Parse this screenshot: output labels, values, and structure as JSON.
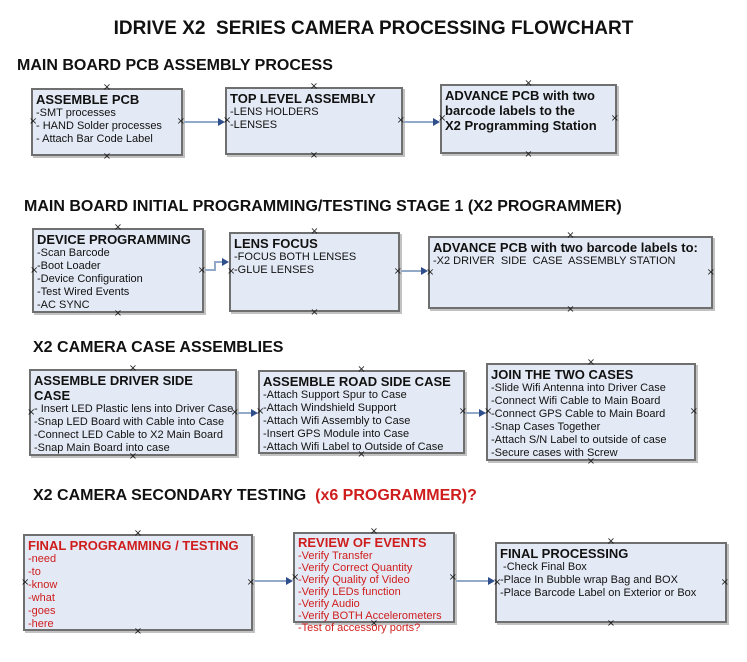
{
  "title": "IDRIVE X2  SERIES CAMERA PROCESSING FLOWCHART",
  "icons": {
    "handle": "×"
  },
  "colors": {
    "box_fill": "#e4eaf5",
    "box_border": "#6f6f6f",
    "arrow_line": "#92a9c8",
    "arrow_head": "#2f4e8c",
    "red_text": "#cf1d1d",
    "black_text": "#111111"
  },
  "sections": [
    {
      "heading": "MAIN BOARD PCB ASSEMBLY PROCESS",
      "boxes": [
        {
          "title": "ASSEMBLE PCB",
          "items": [
            "-SMT processes",
            "- HAND Solder processes",
            "- Attach Bar Code Label"
          ]
        },
        {
          "title": "TOP LEVEL ASSEMBLY",
          "items": [
            "-LENS HOLDERS",
            "-LENSES"
          ]
        },
        {
          "title": "ADVANCE PCB with two\nbarcode labels to the\n X2 Programming Station",
          "items": []
        }
      ]
    },
    {
      "heading": "MAIN BOARD INITIAL PROGRAMMING/TESTING STAGE 1 (X2 PROGRAMMER)",
      "boxes": [
        {
          "title": "DEVICE PROGRAMMING",
          "items": [
            "-Scan Barcode",
            "-Boot Loader",
            "-Device Configuration",
            "-Test Wired Events",
            "-AC SYNC"
          ]
        },
        {
          "title": "LENS FOCUS",
          "items": [
            "-FOCUS BOTH LENSES",
            "-GLUE LENSES"
          ]
        },
        {
          "title": "ADVANCE PCB with two barcode labels to:",
          "items": [
            "-X2 DRIVER  SIDE  CASE  ASSEMBLY STATION"
          ]
        }
      ]
    },
    {
      "heading": "X2 CAMERA CASE ASSEMBLIES",
      "boxes": [
        {
          "title": "ASSEMBLE DRIVER SIDE CASE",
          "items": [
            "- Insert LED Plastic lens into Driver Case",
            "-Snap LED Board with Cable into Case",
            "-Connect LED Cable to X2 Main Board",
            "-Snap Main Board into case"
          ]
        },
        {
          "title": "ASSEMBLE ROAD SIDE CASE",
          "items": [
            "-Attach Support Spur to Case",
            "-Attach Windshield Support",
            "-Attach Wifi Assembly to Case",
            "-Insert GPS Module into Case",
            "-Attach Wifi Label to Outside of Case"
          ]
        },
        {
          "title": "JOIN THE TWO CASES",
          "items": [
            "-Slide Wifi Antenna into Driver Case",
            "-Connect Wifi Cable to Main Board",
            "-Connect GPS Cable to Main Board",
            "-Snap Cases Together",
            "-Attach S/N Label to outside of case",
            "-Secure cases with Screw"
          ]
        }
      ]
    },
    {
      "heading_black": "X2 CAMERA SECONDARY TESTING",
      "heading_red": "  (x6 PROGRAMMER)?",
      "boxes": [
        {
          "title": "FINAL PROGRAMMING / TESTING",
          "items": [
            "-need",
            "-to",
            "-know",
            "-what",
            "-goes",
            "-here"
          ]
        },
        {
          "title": "REVIEW OF EVENTS",
          "items": [
            "-Verify Transfer",
            "-Verify Correct Quantity",
            "-Verify Quality of Video",
            "-Verify LEDs function",
            "-Verify Audio",
            "-Verify BOTH Accelerometers",
            "-Test of accessory ports?"
          ]
        },
        {
          "title": "FINAL PROCESSING",
          "items": [
            " -Check Final Box",
            "-Place In Bubble wrap Bag and BOX",
            "-Place Barcode Label on Exterior or Box"
          ]
        }
      ]
    }
  ]
}
